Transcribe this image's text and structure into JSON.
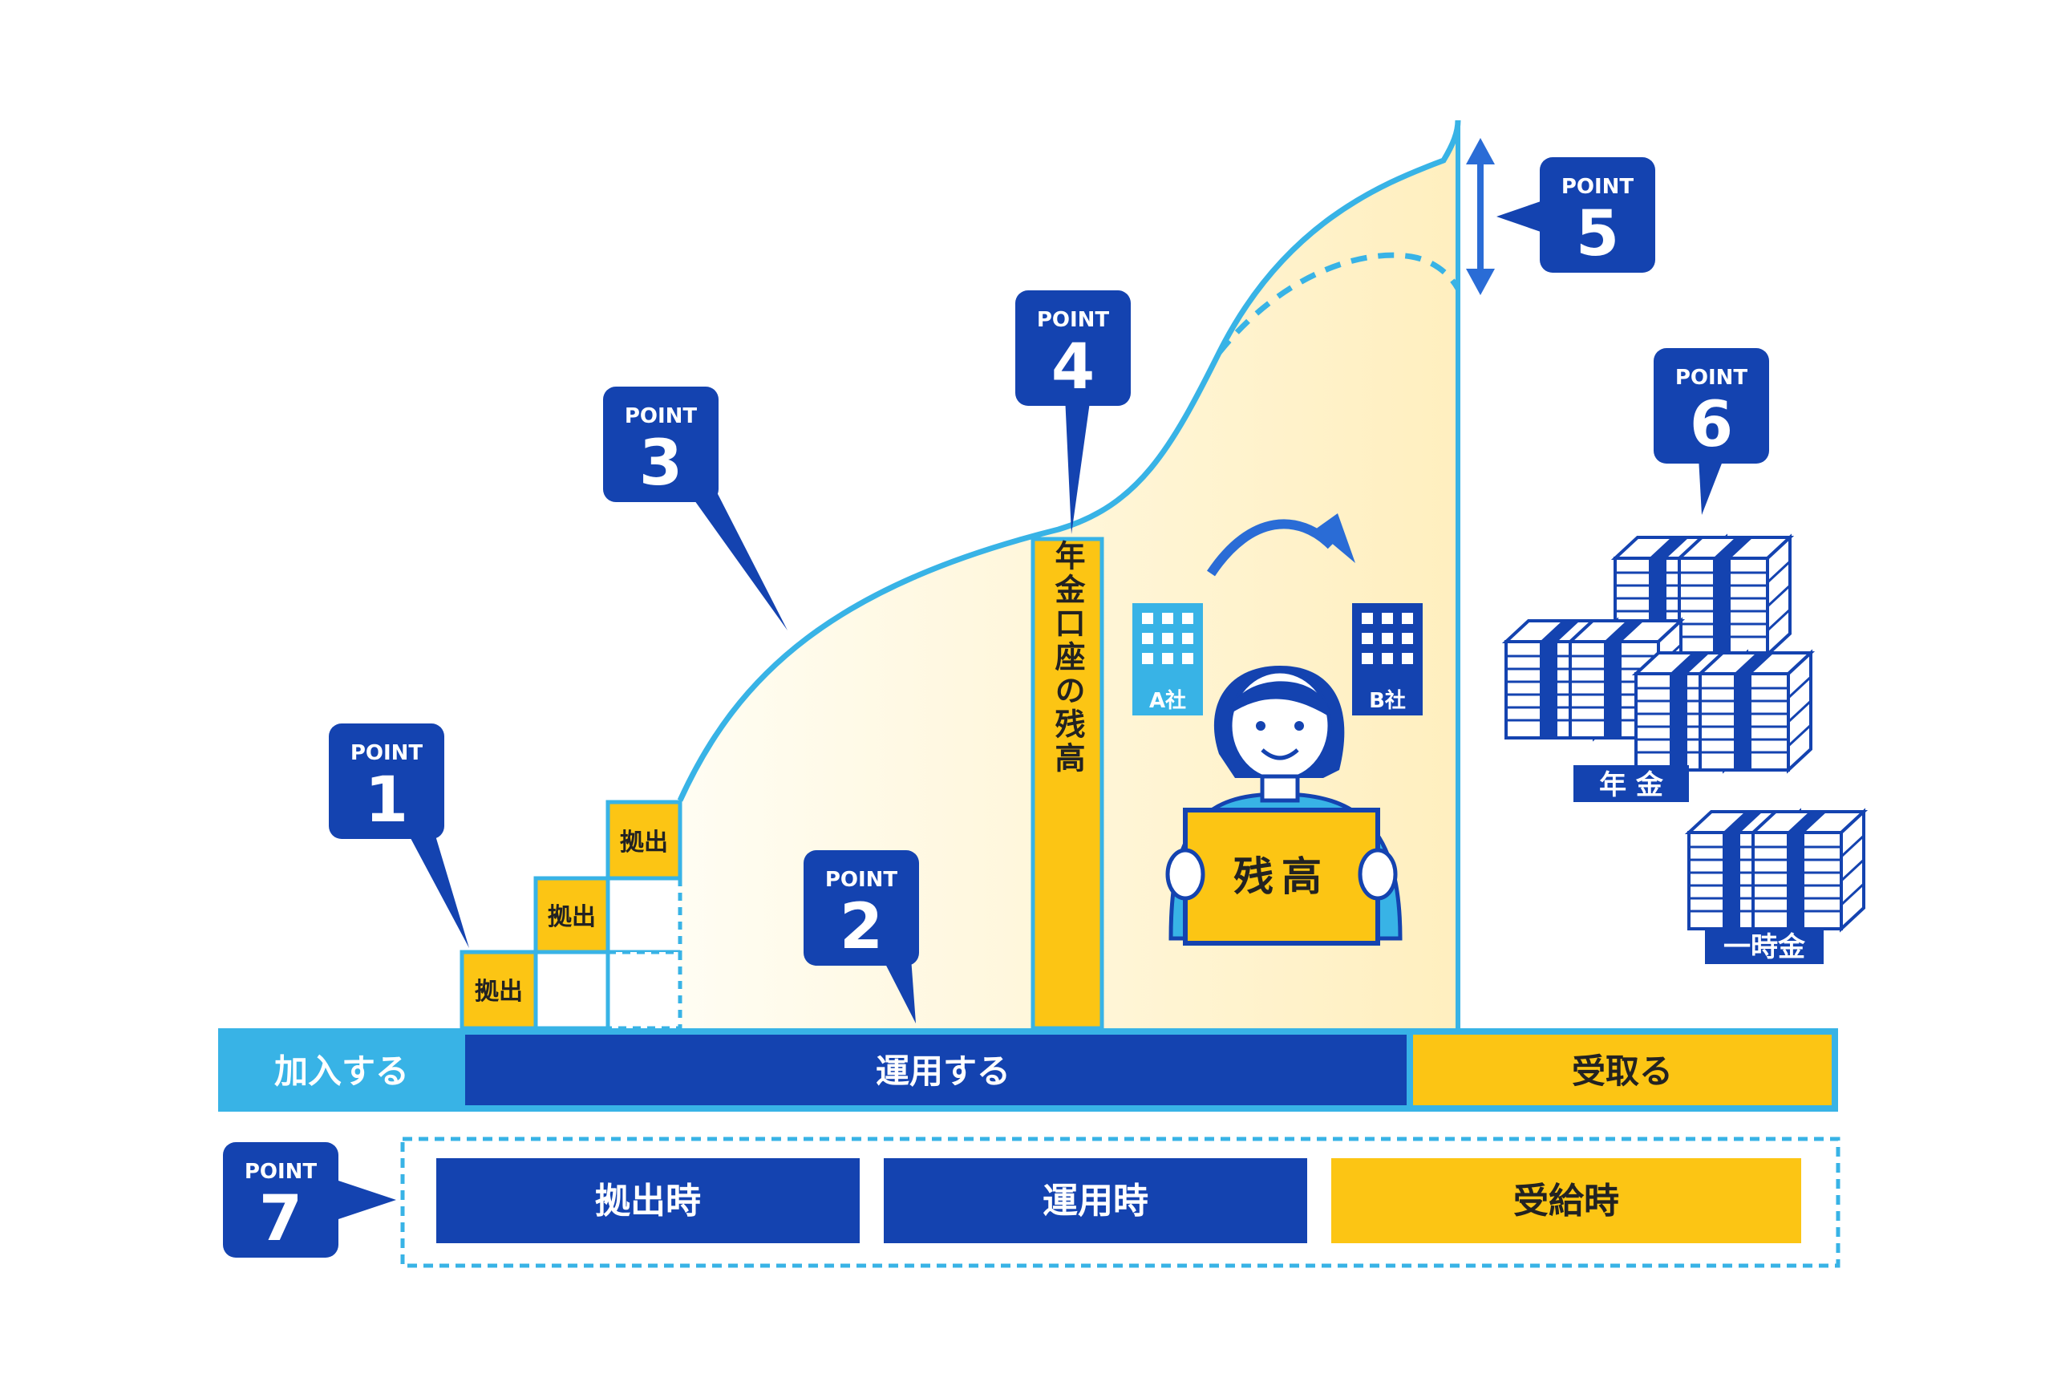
{
  "points": [
    {
      "label": "POINT",
      "number": "1"
    },
    {
      "label": "POINT",
      "number": "2"
    },
    {
      "label": "POINT",
      "number": "3"
    },
    {
      "label": "POINT",
      "number": "4"
    },
    {
      "label": "POINT",
      "number": "5"
    },
    {
      "label": "POINT",
      "number": "6"
    },
    {
      "label": "POINT",
      "number": "7"
    }
  ],
  "steps": {
    "contribution": "拠出"
  },
  "balance_bar": {
    "label": "年金口座の残高"
  },
  "companies": {
    "a": "A社",
    "b": "B社"
  },
  "person": {
    "sign": "残高"
  },
  "payouts": {
    "pension": "年 金",
    "lump_sum": "一時金"
  },
  "phases": {
    "join": "加入する",
    "operate": "運用する",
    "receive": "受取る"
  },
  "timing": {
    "contribution": "拠出時",
    "operation": "運用時",
    "receipt": "受給時"
  },
  "colors": {
    "dark_blue": "#1443b0",
    "light_blue": "#38b3e6",
    "yellow": "#fcc514",
    "cream": "#fff6d6",
    "white": "#ffffff"
  }
}
